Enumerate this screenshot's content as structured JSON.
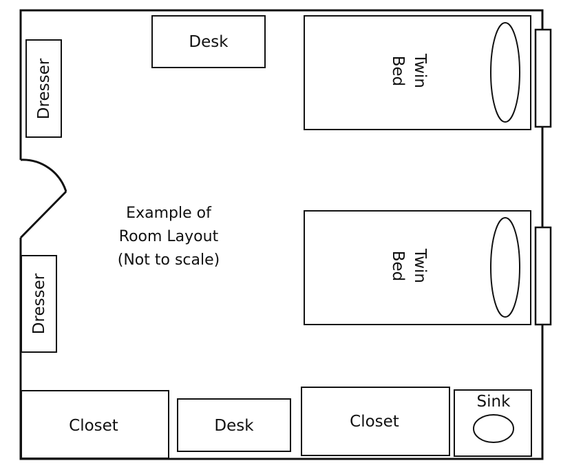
{
  "caption": {
    "line1": "Example of",
    "line2": "Room Layout",
    "line3": "(Not to scale)"
  },
  "furniture": {
    "desk_top": "Desk",
    "desk_bottom": "Desk",
    "dresser_top": "Dresser",
    "dresser_bottom": "Dresser",
    "bed_top": {
      "line1": "Twin",
      "line2": "Bed"
    },
    "bed_bottom": {
      "line1": "Twin",
      "line2": "Bed"
    },
    "closet_left": "Closet",
    "closet_right": "Closet",
    "sink": "Sink"
  },
  "colors": {
    "stroke": "#111111",
    "background": "#ffffff"
  }
}
